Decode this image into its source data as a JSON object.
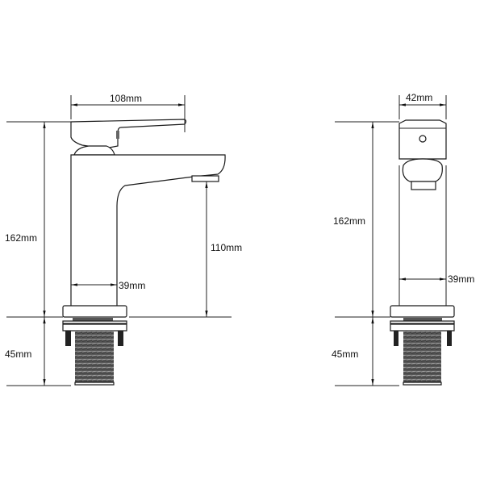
{
  "diagram": {
    "title": "Basin mixer tap dimension drawing",
    "views": [
      {
        "name": "side-view",
        "dimensions": {
          "spout_reach": "108mm",
          "total_height": "162mm",
          "spout_height": "110mm",
          "body_width": "39mm",
          "thread_length": "45mm"
        }
      },
      {
        "name": "front-view",
        "dimensions": {
          "handle_width": "42mm",
          "total_height": "162mm",
          "body_width": "39mm",
          "thread_length": "45mm"
        }
      }
    ],
    "colors": {
      "line": "#222222",
      "thread": "#555555",
      "background": "#ffffff"
    }
  }
}
